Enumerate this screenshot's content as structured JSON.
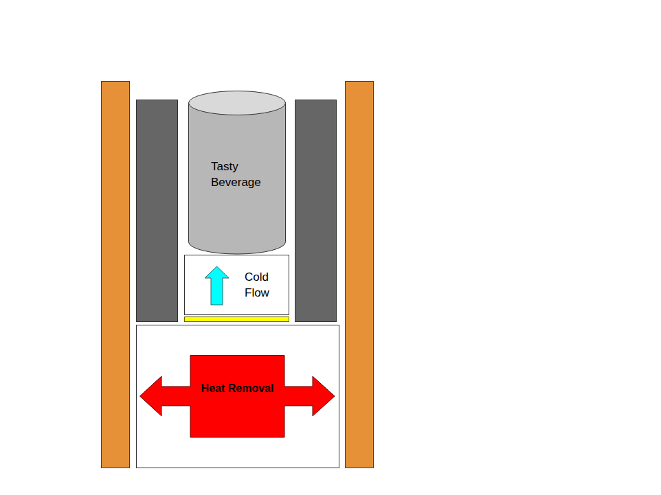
{
  "diagram": {
    "nodes": [
      {
        "text": [
          "Tasty Beverage"
        ]
      },
      {
        "text": [
          "Cold Flow"
        ]
      },
      {
        "text": [
          "Heat Removal"
        ]
      }
    ]
  }
}
